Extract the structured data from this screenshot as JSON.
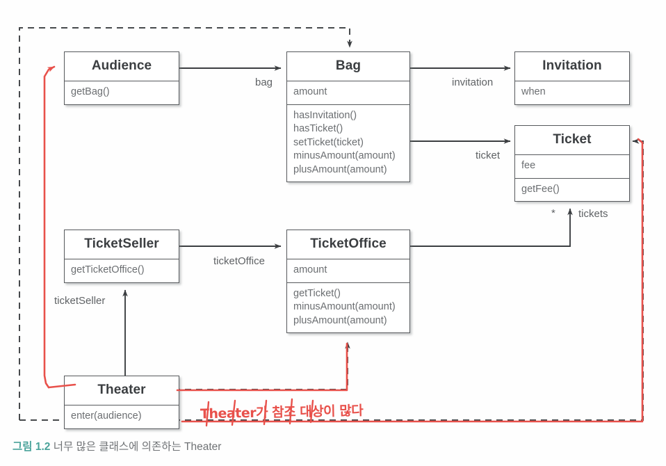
{
  "figure": {
    "caption_number": "그림 1.2",
    "caption_text": "너무 많은 클래스에 의존하는 Theater",
    "accent_color": "#4aa39a"
  },
  "annotation": {
    "handwritten_note": "Theater가 참조 대상이 많다",
    "ink_color": "#e8514b"
  },
  "classes": [
    {
      "id": "audience",
      "name": "Audience",
      "attributes": [],
      "operations": [
        "getBag()"
      ]
    },
    {
      "id": "bag",
      "name": "Bag",
      "attributes": [
        "amount"
      ],
      "operations": [
        "hasInvitation()",
        "hasTicket()",
        "setTicket(ticket)",
        "minusAmount(amount)",
        "plusAmount(amount)"
      ]
    },
    {
      "id": "invitation",
      "name": "Invitation",
      "attributes": [
        "when"
      ],
      "operations": []
    },
    {
      "id": "ticket",
      "name": "Ticket",
      "attributes": [
        "fee"
      ],
      "operations": [
        "getFee()"
      ]
    },
    {
      "id": "ticketseller",
      "name": "TicketSeller",
      "attributes": [],
      "operations": [
        "getTicketOffice()"
      ]
    },
    {
      "id": "ticketoffice",
      "name": "TicketOffice",
      "attributes": [
        "amount"
      ],
      "operations": [
        "getTicket()",
        "minusAmount(amount)",
        "plusAmount(amount)"
      ]
    },
    {
      "id": "theater",
      "name": "Theater",
      "attributes": [],
      "operations": [
        "enter(audience)"
      ]
    }
  ],
  "associations": [
    {
      "from": "Audience",
      "to": "Bag",
      "label": "bag",
      "style": "solid"
    },
    {
      "from": "Bag",
      "to": "Invitation",
      "label": "invitation",
      "style": "solid"
    },
    {
      "from": "Bag",
      "to": "Ticket",
      "label": "ticket",
      "style": "solid"
    },
    {
      "from": "TicketSeller",
      "to": "TicketOffice",
      "label": "ticketOffice",
      "style": "solid"
    },
    {
      "from": "Theater",
      "to": "TicketSeller",
      "label": "ticketSeller",
      "style": "solid"
    },
    {
      "from": "TicketOffice",
      "to": "Ticket",
      "label": "tickets",
      "multiplicity": "*",
      "style": "solid"
    },
    {
      "from": "Theater",
      "to": "Bag",
      "label": "",
      "style": "dashed"
    },
    {
      "from": "Theater",
      "to": "Audience",
      "label": "",
      "style": "dashed"
    },
    {
      "from": "Theater",
      "to": "TicketOffice",
      "label": "",
      "style": "dashed"
    },
    {
      "from": "Theater",
      "to": "Ticket",
      "label": "",
      "style": "dashed"
    }
  ]
}
